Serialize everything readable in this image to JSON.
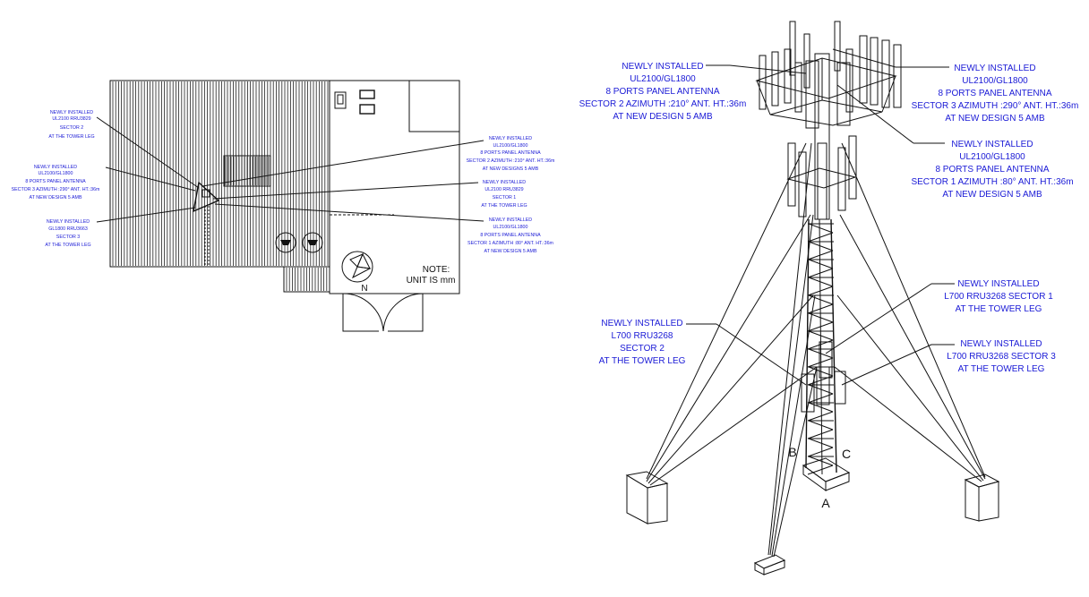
{
  "plan": {
    "labels": [
      {
        "id": "plan-label-rru-sector2",
        "lines": [
          "NEWLY INSTALLED",
          "UL2100 RRU3829",
          "SECTOR 2",
          "AT THE TOWER LEG"
        ]
      },
      {
        "id": "plan-label-antenna-sector3",
        "lines": [
          "NEWLY INSTALLED",
          "UL2100/GL1800",
          "8 PORTS PANEL ANTENNA",
          "SECTOR 3 AZIMUTH :290° ANT. HT.:36m",
          "AT NEW DESIGN 5 AMB"
        ]
      },
      {
        "id": "plan-label-rru-gl1800-sector3",
        "lines": [
          "NEWLY INSTALLED",
          "GL1800 RRU3663",
          "SECTOR 3",
          "AT THE TOWER LEG"
        ]
      },
      {
        "id": "plan-label-antenna-sector2",
        "lines": [
          "NEWLY INSTALLED",
          "UL2100/GL1800",
          "8 PORTS PANEL ANTENNA",
          "SECTOR 2 AZIMUTH :210° ANT. HT.:36m",
          "AT NEW DESIGNS 5 AMB"
        ]
      },
      {
        "id": "plan-label-rru-sector1",
        "lines": [
          "NEWLY INSTALLED",
          "UL2100 RRU3829",
          "SECTOR 1",
          "AT THE TOWER LEG"
        ]
      },
      {
        "id": "plan-label-antenna-sector1",
        "lines": [
          "NEWLY INSTALLED",
          "UL2100/GL1800",
          "8 PORTS PANEL ANTENNA",
          "SECTOR 1 AZIMUTH :80° ANT. HT.:36m",
          "AT NEW DESIGN 5 AMB"
        ]
      }
    ],
    "north": "N",
    "note_title": "NOTE:",
    "note_text": "UNIT IS mm"
  },
  "tower": {
    "labels": [
      {
        "id": "tower-label-antenna-sector2",
        "lines": [
          "NEWLY INSTALLED",
          "UL2100/GL1800",
          "8 PORTS PANEL ANTENNA",
          "SECTOR 2 AZIMUTH :210° ANT. HT.:36m",
          "AT NEW DESIGN 5 AMB"
        ]
      },
      {
        "id": "tower-label-antenna-sector3",
        "lines": [
          "NEWLY INSTALLED",
          "UL2100/GL1800",
          "8 PORTS PANEL ANTENNA",
          "SECTOR 3  AZIMUTH :290° ANT. HT.:36m",
          "AT NEW DESIGN 5 AMB"
        ]
      },
      {
        "id": "tower-label-antenna-sector1",
        "lines": [
          "NEWLY INSTALLED",
          "UL2100/GL1800",
          "8 PORTS PANEL ANTENNA",
          "SECTOR 1 AZIMUTH :80° ANT. HT.:36m",
          "AT NEW DESIGN 5 AMB"
        ]
      },
      {
        "id": "tower-label-rru-sector1",
        "lines": [
          "NEWLY INSTALLED",
          "L700 RRU3268 SECTOR 1",
          "AT THE TOWER LEG"
        ]
      },
      {
        "id": "tower-label-rru-sector2",
        "lines": [
          "NEWLY INSTALLED",
          "L700 RRU3268",
          "SECTOR 2",
          "AT THE TOWER LEG"
        ]
      },
      {
        "id": "tower-label-rru-sector3",
        "lines": [
          "NEWLY INSTALLED",
          "L700 RRU3268 SECTOR 3",
          "AT THE TOWER LEG"
        ]
      }
    ],
    "legs": {
      "a": "A",
      "b": "B",
      "c": "C"
    }
  }
}
